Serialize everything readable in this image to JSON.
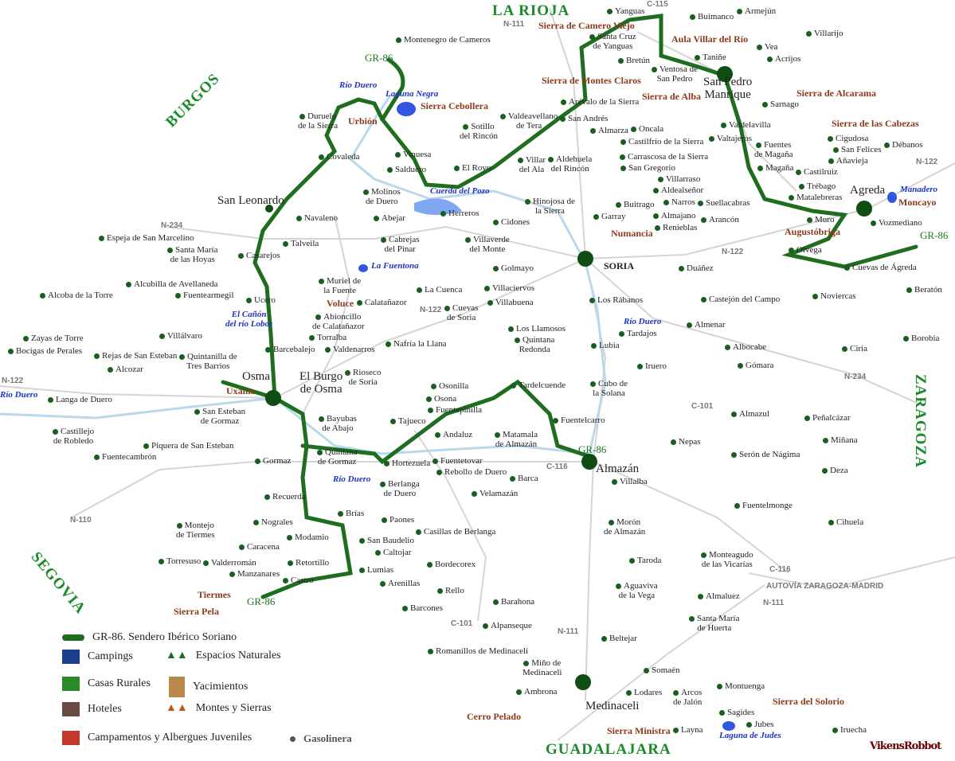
{
  "regions": [
    "LA RIOJA",
    "BURGOS",
    "ZARAGOZA",
    "SEGOVIA",
    "GUADALAJARA"
  ],
  "sierras": [
    "Sierra de Camero Viejo",
    "Aula Villar del Río",
    "Sierra de Montes Claros",
    "Sierra de Alba",
    "Sierra de Alcarama",
    "Sierra Cebollera",
    "Urbión",
    "Sierra de las Cabezas",
    "Moncayo",
    "Augustóbriga",
    "Numancia",
    "Voluce",
    "Uxama",
    "Tiermes",
    "Sierra Pela",
    "Cerro Pelado",
    "Sierra Ministra",
    "Sierra del Solorio"
  ],
  "rivers": [
    "Río Duero",
    "Laguna Negra",
    "Cuerda del Pozo",
    "La Fuentona",
    "El Cañón\ndel río Lobos",
    "Río Duero",
    "Río Duero",
    "Río Duero",
    "Manadero",
    "Laguna de Judes"
  ],
  "roads": [
    "N-111",
    "C-115",
    "GR-86",
    "N-122",
    "N-234",
    "N-122",
    "N-122",
    "N-122",
    "N-234",
    "C-101",
    "C-116",
    "N-110",
    "GR-86",
    "GR-86",
    "GR-86",
    "C-116",
    "AUTOVÍA ZARAGOZA-MADRID",
    "N-111",
    "N-111",
    "C-101"
  ],
  "big_towns": [
    "San Leonardo",
    "SORIA",
    "El Burgo\nde Osma",
    "Almazán",
    "Agreda",
    "San Pedro\nManrique",
    "Medinaceli",
    "Osma"
  ],
  "towns": [
    "Montenegro de Cameros",
    "Yanguas",
    "Santa Cruz\nde Yanguas",
    "Buimanco",
    "Armejún",
    "Villarijo",
    "Vea",
    "Acrijos",
    "Taniñe",
    "Ventosa de\nSan Pedro",
    "Bretún",
    "Sarnago",
    "Duruelo\nde la Sierra",
    "Valdeavellano\nde Tera",
    "Arévalo de la Sierra",
    "San Andrés",
    "Almarza",
    "Oncala",
    "Castilfrío de la Sierra",
    "Valdelavilla",
    "Cigudosa",
    "San Felices",
    "Añavieja",
    "Débanos",
    "Fuentes\nde Magaña",
    "Valtajeros",
    "Carrascosa de la Sierra",
    "Vinuesa",
    "Sotillo\ndel Rincón",
    "El Royo",
    "Villar\ndel Ala",
    "Aldehuela\ndel Rincón",
    "San Gregorio",
    "Covaleda",
    "Salduero",
    "Villarraso",
    "Magaña",
    "Castilruiz",
    "Trébago",
    "Matalebreras",
    "Aldealseñor",
    "Molinos\nde Duero",
    "Hinojosa de\nla Sierra",
    "Garray",
    "Buitrago",
    "Narros",
    "Suellacabras",
    "Almajano",
    "Renieblas",
    "Arancón",
    "Navaleno",
    "Abejar",
    "Herreros",
    "Cidones",
    "Muro",
    "Vozmediano",
    "Espeja de San Marcelino",
    "Santa María\nde las Hoyas",
    "Talveila",
    "Cabrejas\ndel Pinar",
    "Villaverde\ndel Monte",
    "Olvega",
    "Casarejos",
    "Golmayo",
    "Duáñez",
    "Cuevas de Ágreda",
    "Beratón",
    "Alcubilla de Avellaneda",
    "Muriel de\nla Fuente",
    "Calatañazor",
    "La Cuenca",
    "Villaciervos",
    "Villabuena",
    "Alcoba de la Torre",
    "Fuentearmegil",
    "Ucero",
    "Castejón del Campo",
    "Noviercas",
    "Los Rábanos",
    "Abioncillo\nde Calatañazor",
    "Cuevas\nde Soria",
    "Los Llamosos",
    "Almenar",
    "Villálvaro",
    "Torralba",
    "Tardajos",
    "Borobia",
    "Zayas de Torre",
    "Rejas de San Esteban",
    "Quintanilla de\nTres Barrios",
    "Bocigas de Perales",
    "Barcebalejo",
    "Valdenarros",
    "Nafría la Llana",
    "Lubia",
    "Albocabe",
    "Ciria",
    "Alcozar",
    "Quintana\nRedonda",
    "Rioseco\nde Soria",
    "Iruero",
    "Gómara",
    "Osonilla",
    "Tardelcuende",
    "Cubo de\nla Solana",
    "Osona",
    "Fuentepinilla",
    "Langa de Duero",
    "San Esteban\nde Gormaz",
    "Bayubas\nde Abajo",
    "Tajueco",
    "Fuentelcarro",
    "Almazul",
    "Peñalcázar",
    "Castillejo\nde Robledo",
    "Andaluz",
    "Matamala\nde Almazán",
    "Nepas",
    "Miñana",
    "Serón de Nágima",
    "Deza",
    "Fuentecambrón",
    "Piquera de San Esteban",
    "Quintana\nde Gormaz",
    "Gormaz",
    "Hortezuela",
    "Fuentetovar",
    "Rebollo de Duero",
    "Barca",
    "Villalba",
    "Berlanga\nde Duero",
    "Velamazán",
    "Recuerda",
    "Brías",
    "Paones",
    "Fuentelmonge",
    "Montejo\nde Tiermes",
    "Nograles",
    "San Baudelio",
    "Casillas de Berlanga",
    "Morón\nde Almazán",
    "Cihuela",
    "Caracena",
    "Modamio",
    "Torresuso",
    "Valderromán",
    "Retortillo",
    "Caltojar",
    "Bordecorex",
    "Taroda",
    "Monteagudo\nde las Vicarías",
    "Manzanares",
    "Lumias",
    "Castro",
    "Arenillas",
    "Rello",
    "Aguaviva\nde la Vega",
    "Almaluez",
    "Barahona",
    "Barcones",
    "Santa María\nde Huerta",
    "Alpanseque",
    "Beltejar",
    "Romanillos de Medinaceli",
    "Miño de\nMedinaceli",
    "Somaén",
    "Arcos\nde Jalón",
    "Montuenga",
    "Ambrona",
    "Lodares",
    "Sagides",
    "Jubes",
    "Layna",
    "Iruecha"
  ],
  "legend": {
    "gr86": "GR-86. Sendero Ibérico Soriano",
    "campings": "Campings",
    "espacios": "Espacios Naturales",
    "casas": "Casas Rurales",
    "yacimientos": "Yacimientos",
    "hoteles": "Hoteles",
    "montes": "Montes y Sierras",
    "campamentos": "Campamentos y Albergues Juveniles",
    "gasolinera": "Gasolinera"
  },
  "signature": "VikensRobbot",
  "colors": {
    "trail": "#1f6e1f",
    "region": "#1a8a2a",
    "sierra": "#8b3a1a",
    "river": "#1d33c4",
    "road": "#cfcfcf"
  }
}
